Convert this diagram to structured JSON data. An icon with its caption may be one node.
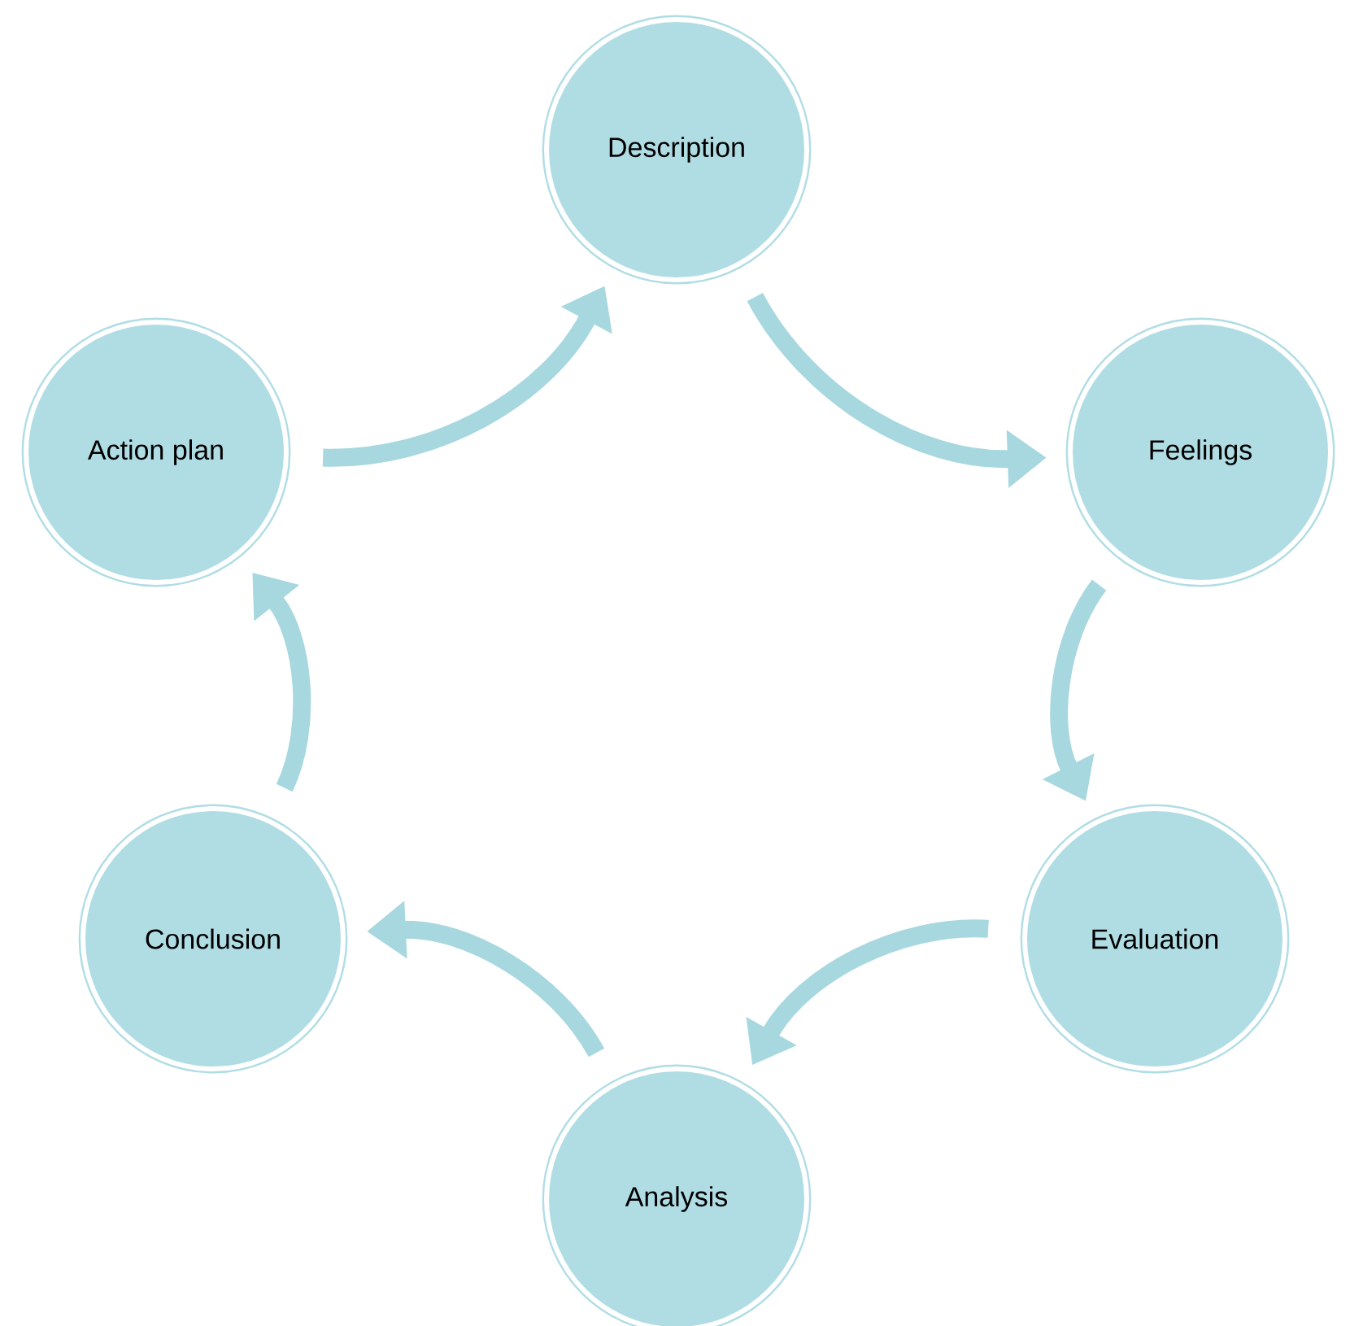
{
  "diagram": {
    "nodes": [
      {
        "text": [
          "Description"
        ]
      },
      {
        "text": [
          "Feelings"
        ]
      },
      {
        "text": [
          "Evaluation"
        ]
      },
      {
        "text": [
          "Analysis"
        ]
      },
      {
        "text": [
          "Conclusion"
        ]
      },
      {
        "text": [
          "Action plan"
        ]
      }
    ],
    "edges": [
      {
        "from": 0,
        "to": 1,
        "arrow": "to"
      },
      {
        "from": 1,
        "to": 2,
        "arrow": "to"
      },
      {
        "from": 2,
        "to": 3,
        "arrow": "to"
      },
      {
        "from": 3,
        "to": 4,
        "arrow": "to"
      },
      {
        "from": 4,
        "to": 5,
        "arrow": "to"
      },
      {
        "from": 5,
        "to": 0,
        "arrow": "to"
      }
    ]
  }
}
